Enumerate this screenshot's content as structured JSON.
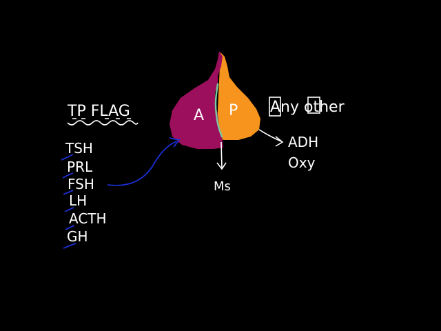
{
  "left_heading": "TP FLAG",
  "hormones_anterior": [
    "TSH",
    "PRL",
    "FSH",
    "LH",
    "ACTH",
    "GH"
  ],
  "lobes": {
    "anterior_label": "A",
    "posterior_label": "P",
    "middle_label": "Ms"
  },
  "right_heading": "Any other",
  "hormones_posterior": [
    "ADH",
    "Oxy"
  ],
  "colors": {
    "background": "#000000",
    "anterior_lobe": "#9c0f5c",
    "posterior_lobe": "#f7941d",
    "ink": "#ffffff",
    "arrow_blue": "#1c2fd6",
    "divider_green": "#7cc8a0"
  }
}
